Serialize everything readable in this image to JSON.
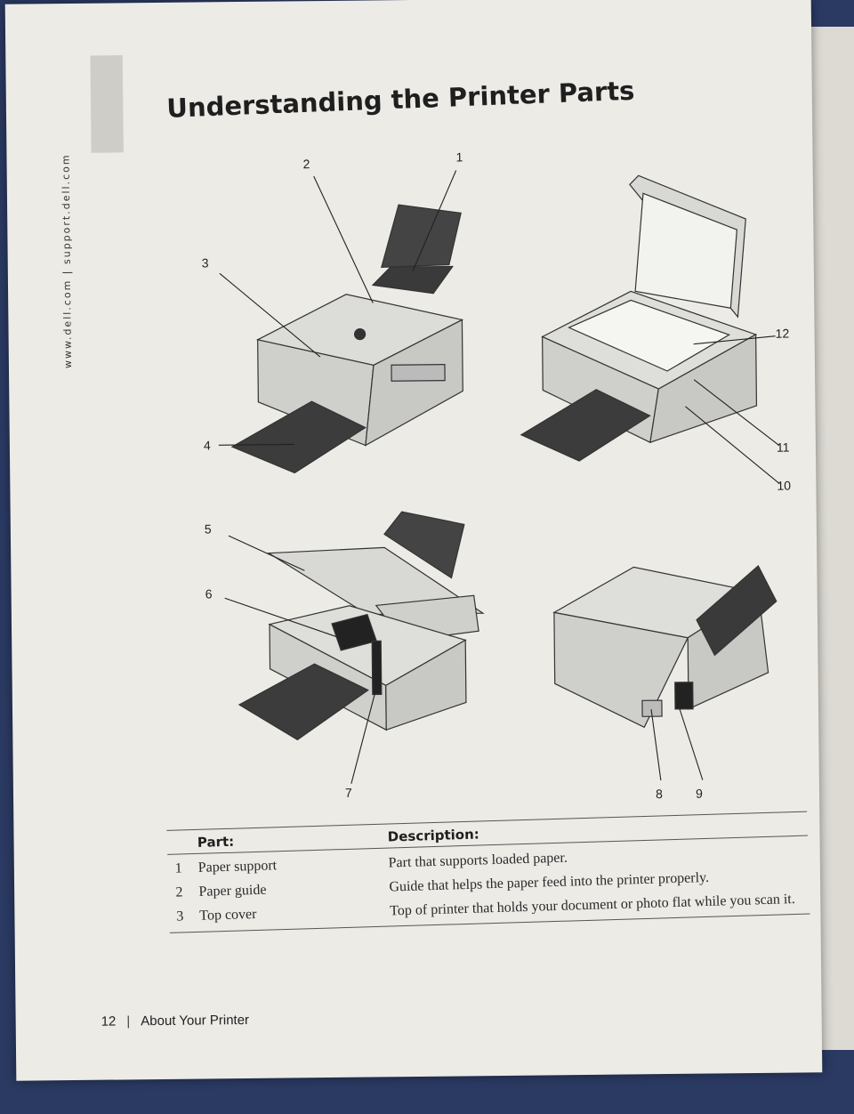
{
  "side_url": "www.dell.com | support.dell.com",
  "title": "Understanding the Printer Parts",
  "callouts": [
    "1",
    "2",
    "3",
    "4",
    "5",
    "6",
    "7",
    "8",
    "9",
    "10",
    "11",
    "12"
  ],
  "table": {
    "headers": {
      "part": "Part:",
      "description": "Description:"
    },
    "rows": [
      {
        "num": "1",
        "part": "Paper support",
        "description": "Part that supports loaded paper."
      },
      {
        "num": "2",
        "part": "Paper guide",
        "description": "Guide that helps the paper feed into the printer properly."
      },
      {
        "num": "3",
        "part": "Top cover",
        "description": "Top of printer that holds your document or photo flat while you scan it."
      }
    ]
  },
  "footer": {
    "page_number": "12",
    "separator": "|",
    "section": "About Your Printer"
  }
}
